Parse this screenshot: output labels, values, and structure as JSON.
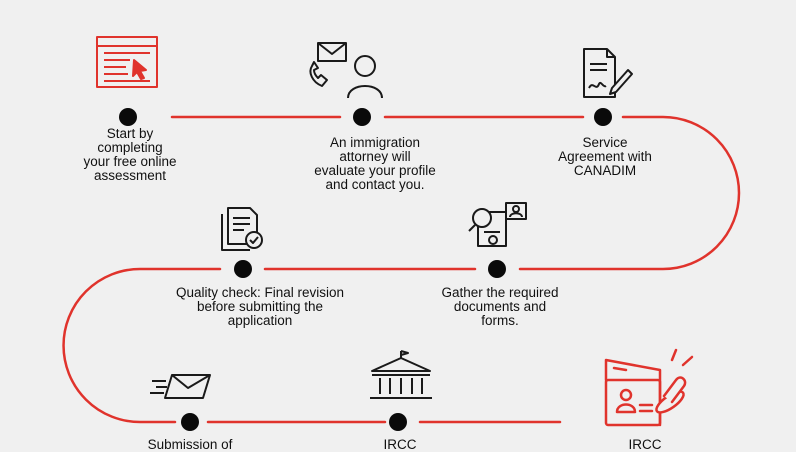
{
  "colors": {
    "line": "#e0332c",
    "dot": "#0a0a0a",
    "icon": "#1a1a1a",
    "accent": "#e0332c"
  },
  "steps": [
    {
      "text": "Start by\ncompleting\nyour free online\nassessment",
      "icon": "laptop-form-icon"
    },
    {
      "text": "An immigration\nattorney will\nevaluate your profile\nand contact you.",
      "icon": "contact-person-icon"
    },
    {
      "text": "Service\nAgreement with\nCANADIM",
      "icon": "signed-contract-icon"
    },
    {
      "text": "Quality check: Final revision\nbefore submitting the\napplication",
      "icon": "document-check-icon"
    },
    {
      "text": "Gather the required\ndocuments and\nforms.",
      "icon": "document-search-icon"
    },
    {
      "text": "Submission of",
      "icon": "sent-envelope-icon"
    },
    {
      "text": "IRCC",
      "icon": "government-building-icon"
    },
    {
      "text": "IRCC",
      "icon": "passport-stamp-icon"
    }
  ]
}
